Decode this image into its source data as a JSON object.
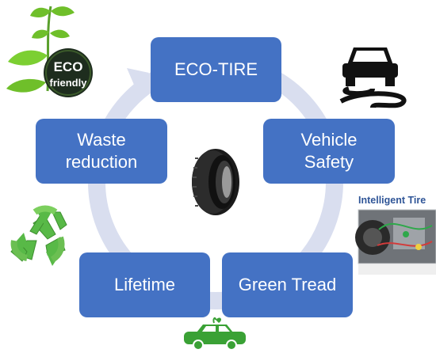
{
  "cycle": {
    "items": [
      {
        "label": "ECO-TIRE"
      },
      {
        "label": "Vehicle\nSafety"
      },
      {
        "label": "Green Tread"
      },
      {
        "label": "Lifetime"
      },
      {
        "label": "Waste\nreduction"
      }
    ]
  },
  "badge": {
    "line1": "ECO",
    "line2": "friendly"
  },
  "intelligent_tire": {
    "label": "Intelligent Tire"
  },
  "colors": {
    "box": "#4472c4",
    "ring": "#d9deef",
    "eco_green": "#6fbf2a",
    "badge_dark": "#1e2d1e",
    "car_green": "#3aa135"
  },
  "icons": [
    "leaf-icon",
    "eco-badge-icon",
    "slippery-road-icon",
    "tire-icon",
    "recycle-icon",
    "green-car-icon",
    "sensor-photo-icon"
  ]
}
